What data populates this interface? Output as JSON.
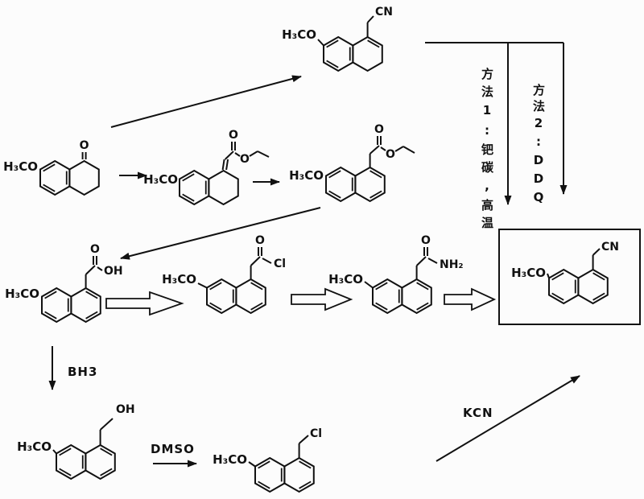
{
  "scheme": {
    "reagents": {
      "method1": "方法1:钯碳,高温",
      "method2": "方法2:DDQ",
      "bh3": "BH3",
      "dmso": "DMSO",
      "kcn": "KCN"
    },
    "compounds": {
      "dihydronitrile": {
        "methoxy": "H₃CO",
        "nitrile": "CN"
      },
      "tetralone": {
        "methoxy": "H₃CO",
        "ketone": "O"
      },
      "ylidene_ester": {
        "methoxy": "H₃CO",
        "carbonyl": "O",
        "ester_o": "O"
      },
      "naphthyl_ester": {
        "methoxy": "H₃CO",
        "carbonyl": "O",
        "ester_o": "O"
      },
      "acetic_acid": {
        "methoxy": "H₃CO",
        "carbonyl": "O",
        "hydroxyl": "OH"
      },
      "acyl_chloride": {
        "methoxy": "H₃CO",
        "carbonyl": "O",
        "chloride": "Cl"
      },
      "acetamide": {
        "methoxy": "H₃CO",
        "carbonyl": "O",
        "amine": "NH₂"
      },
      "product_nitrile": {
        "methoxy": "H₃CO",
        "nitrile": "CN"
      },
      "naphthyl_ethanol": {
        "methoxy": "H₃CO",
        "hydroxyl": "OH"
      },
      "chloromethyl": {
        "methoxy": "H₃CO",
        "chloride": "Cl"
      }
    },
    "colors": {
      "ink": "#111111",
      "paper": "#fcfcfc"
    }
  }
}
